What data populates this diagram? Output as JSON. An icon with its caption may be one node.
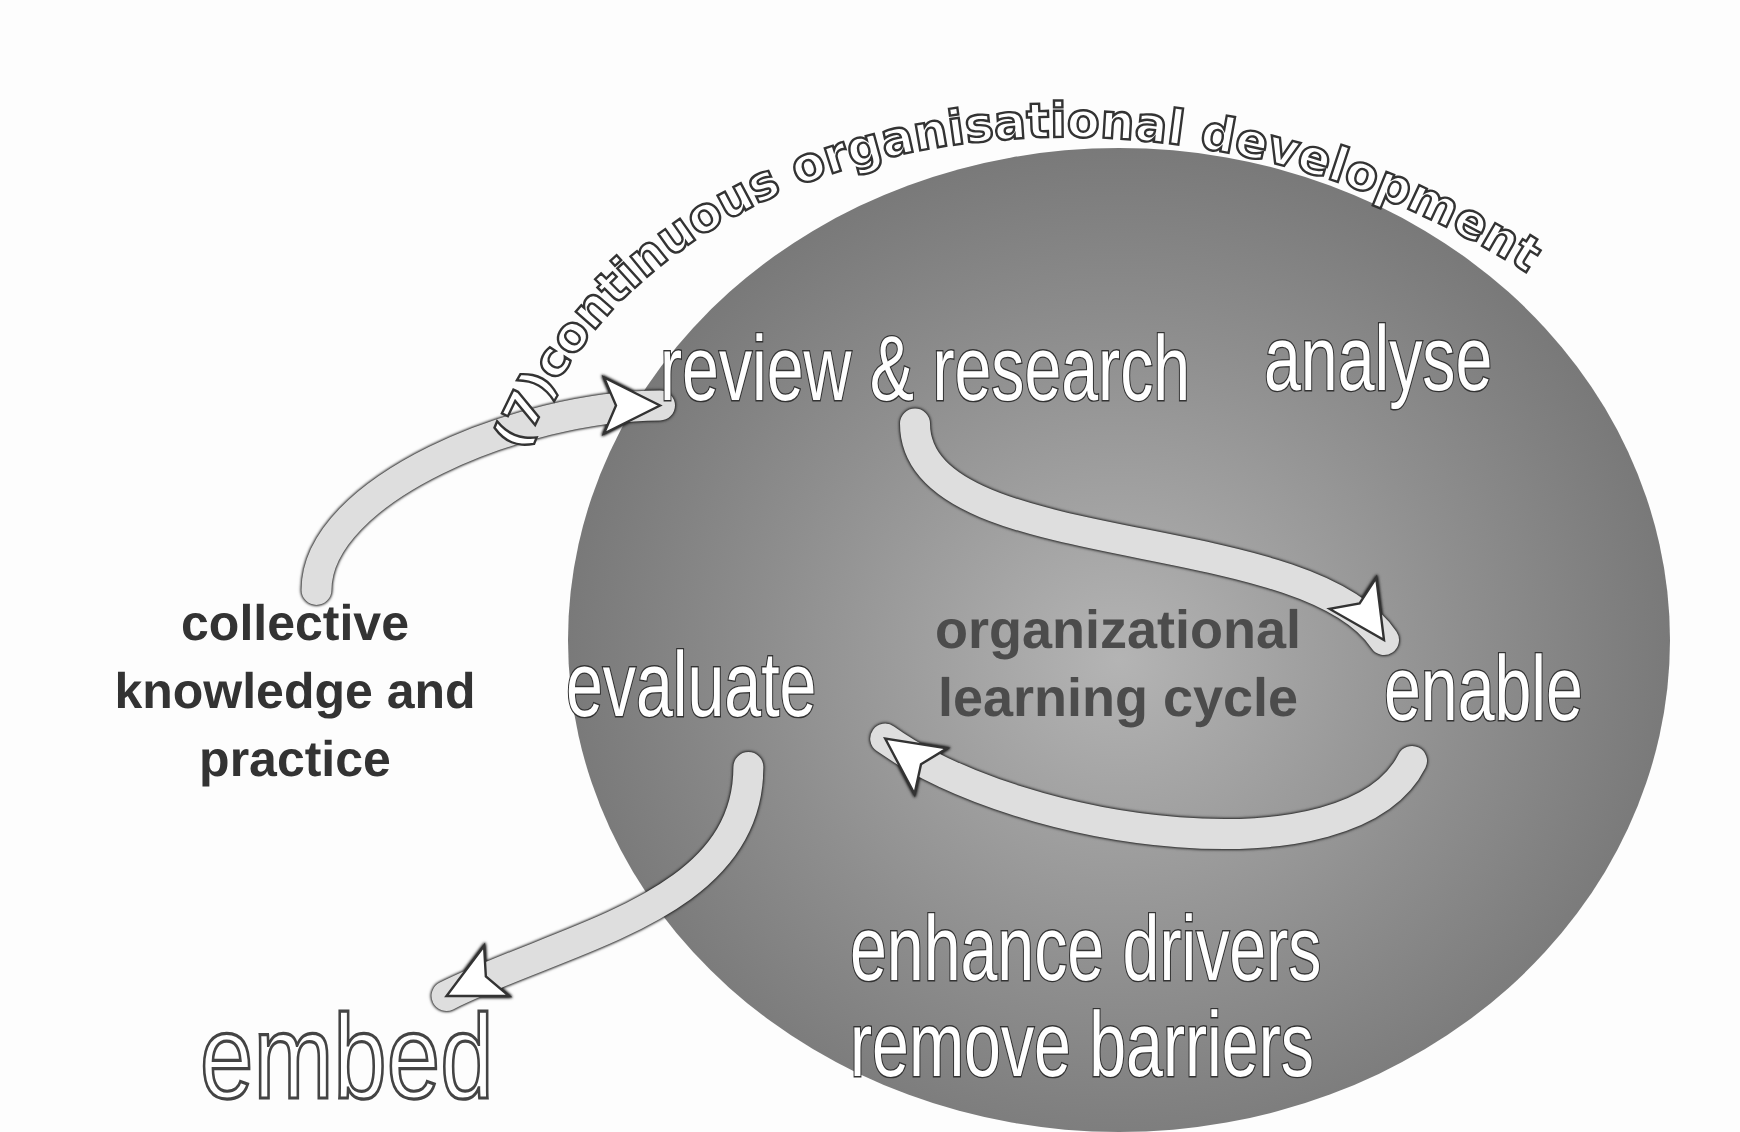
{
  "diagram": {
    "nodes": [
      {
        "text": [
          "organizational learning cycle"
        ]
      },
      {
        "text": [
          "review & research"
        ],
        "in": 0
      },
      {
        "text": [
          "analyse"
        ],
        "in": 0
      },
      {
        "text": [
          "enable"
        ],
        "in": 0
      },
      {
        "text": [
          "enhance drivers remove barriers"
        ],
        "in": 0
      },
      {
        "text": [
          "evaluate"
        ],
        "in": 0
      },
      {
        "text": [
          "collective knowledge and practice"
        ]
      },
      {
        "text": [
          "embed"
        ]
      }
    ],
    "edges": [
      {
        "from": 6,
        "to": 1,
        "arrow": "to"
      },
      {
        "from": 1,
        "to": 3,
        "arrow": "to"
      },
      {
        "from": 3,
        "to": 5,
        "arrow": "to"
      },
      {
        "from": 5,
        "to": 7,
        "arrow": "to"
      }
    ],
    "labels": [
      "(7)continuous organisational development"
    ]
  }
}
